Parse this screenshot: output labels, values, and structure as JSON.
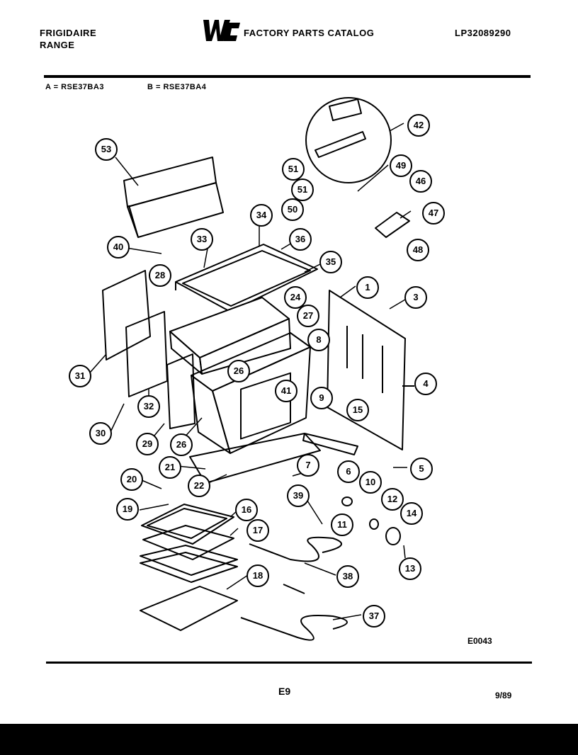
{
  "header": {
    "brand": "FRIGIDAIRE",
    "product": "RANGE",
    "catalog_title": "FACTORY PARTS CATALOG",
    "catalog_number": "LP32089290",
    "logo_text": "WCI"
  },
  "models": {
    "a": "A = RSE37BA3",
    "b": "B = RSE37BA4"
  },
  "diagram": {
    "callouts": [
      "53",
      "40",
      "33",
      "34",
      "36",
      "35",
      "28",
      "31",
      "24",
      "27",
      "1",
      "3",
      "4",
      "8",
      "26",
      "41",
      "9",
      "15",
      "30",
      "32",
      "29",
      "26",
      "21",
      "22",
      "7",
      "6",
      "5",
      "39",
      "10",
      "12",
      "11",
      "14",
      "13",
      "20",
      "19",
      "16",
      "17",
      "18",
      "38",
      "37",
      "42",
      "51",
      "49",
      "46",
      "51",
      "50",
      "47",
      "48"
    ]
  },
  "footer": {
    "drawing_code": "E0043",
    "page": "E9",
    "date": "9/89"
  }
}
